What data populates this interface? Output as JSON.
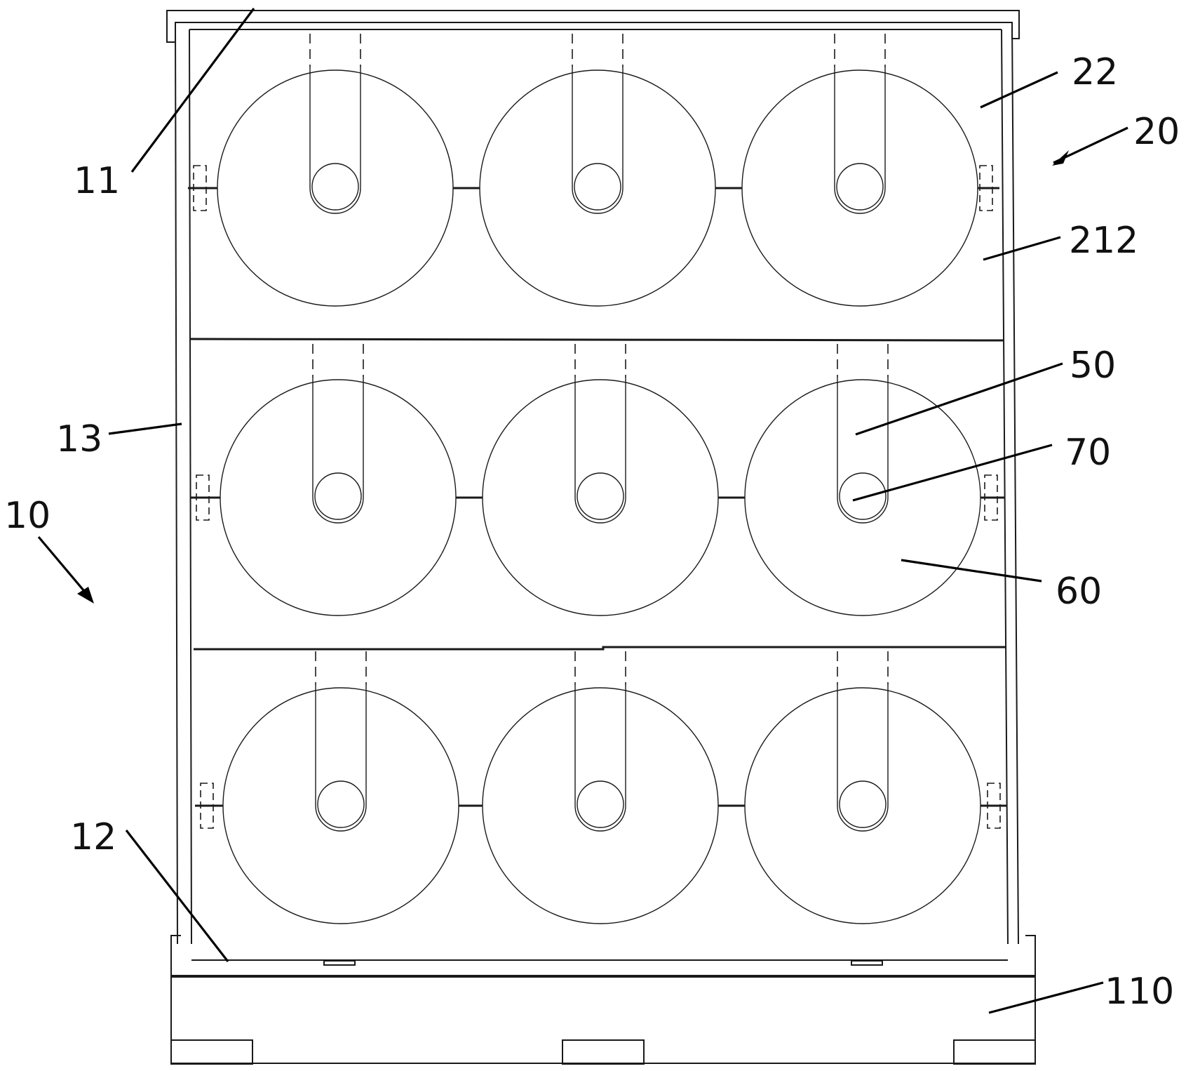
{
  "labels": {
    "l11": "11",
    "l22": "22",
    "l20": "20",
    "l212": "212",
    "l13": "13",
    "l10": "10",
    "l50": "50",
    "l70": "70",
    "l60": "60",
    "l12": "12",
    "l110": "110"
  },
  "layout_counts": {
    "shelves": 3,
    "reels_per_shelf": 3
  },
  "colors": {
    "line": "#1a1a1a",
    "background": "#ffffff"
  }
}
